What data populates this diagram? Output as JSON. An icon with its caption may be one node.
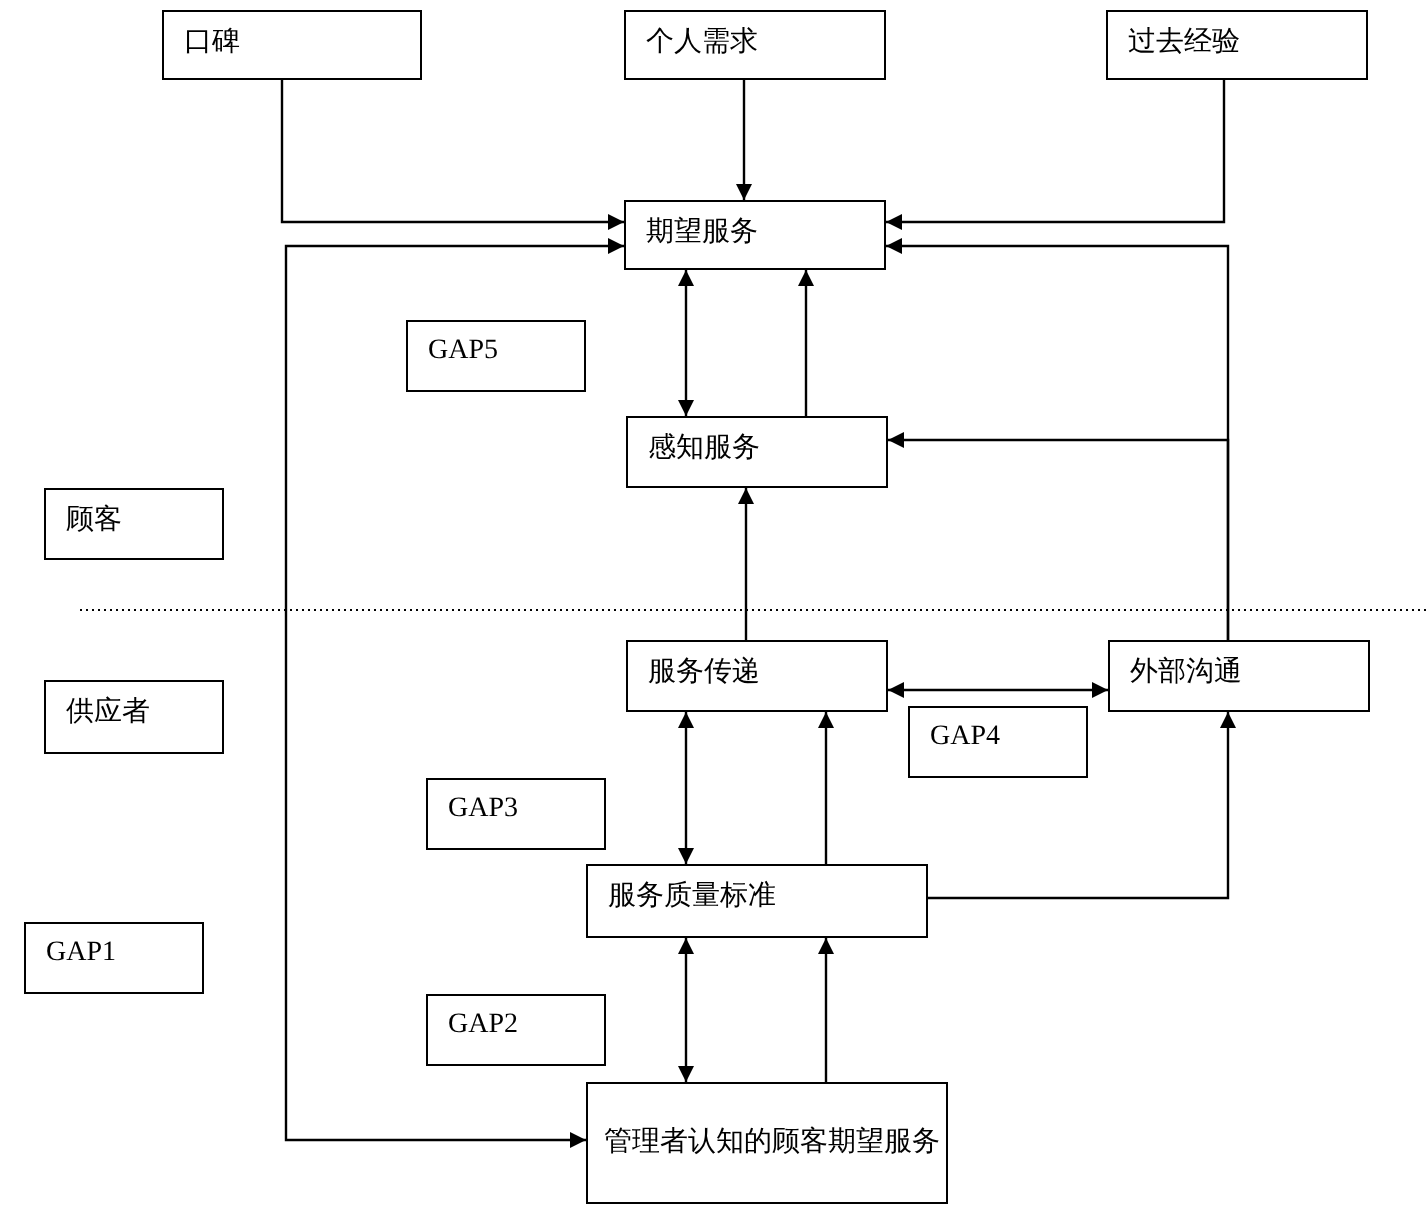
{
  "diagram": {
    "nodes": [
      {
        "text": [
          "口碑"
        ]
      },
      {
        "text": [
          "个人需求"
        ]
      },
      {
        "text": [
          "过去经验"
        ]
      },
      {
        "text": [
          "期望服务"
        ]
      },
      {
        "text": [
          "GAP5"
        ]
      },
      {
        "text": [
          "感知服务"
        ]
      },
      {
        "text": [
          "顾客"
        ]
      },
      {
        "text": [
          "服务传递"
        ]
      },
      {
        "text": [
          "外部沟通"
        ]
      },
      {
        "text": [
          "供应者"
        ]
      },
      {
        "text": [
          "GAP4"
        ]
      },
      {
        "text": [
          "GAP3"
        ]
      },
      {
        "text": [
          "服务质量标准"
        ]
      },
      {
        "text": [
          "GAP1"
        ]
      },
      {
        "text": [
          "GAP2"
        ]
      },
      {
        "text": [
          "管理者认知的顾客期望服务"
        ]
      }
    ],
    "edges": [
      {
        "from": 0,
        "to": 3,
        "arrow": "to"
      },
      {
        "from": 1,
        "to": 3,
        "arrow": "to"
      },
      {
        "from": 2,
        "to": 3,
        "arrow": "to"
      },
      {
        "from": 15,
        "to": 3,
        "arrow": "both"
      },
      {
        "from": 3,
        "to": 5,
        "arrow": "both"
      },
      {
        "from": 5,
        "to": 3,
        "arrow": "to"
      },
      {
        "from": 8,
        "to": 3,
        "arrow": "to"
      },
      {
        "from": 8,
        "to": 5,
        "arrow": "to"
      },
      {
        "from": 7,
        "to": 5,
        "arrow": "to"
      },
      {
        "from": 7,
        "to": 8,
        "arrow": "both"
      },
      {
        "from": 7,
        "to": 12,
        "arrow": "both"
      },
      {
        "from": 12,
        "to": 7,
        "arrow": "to"
      },
      {
        "from": 12,
        "to": 8,
        "arrow": "to"
      },
      {
        "from": 12,
        "to": 15,
        "arrow": "both"
      },
      {
        "from": 15,
        "to": 12,
        "arrow": "to"
      }
    ]
  }
}
